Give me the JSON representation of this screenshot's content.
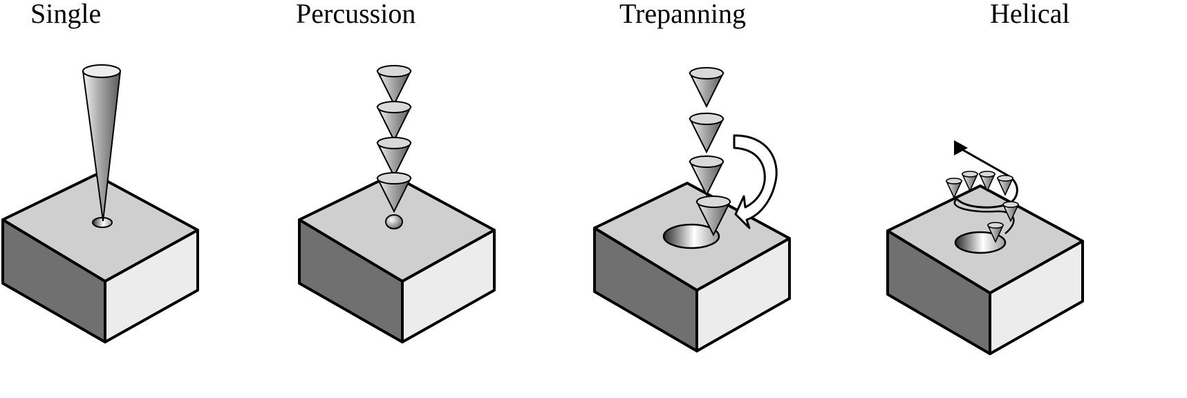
{
  "labels": {
    "single": "Single",
    "percussion": "Percussion",
    "trepanning": "Trepanning",
    "helical": "Helical"
  },
  "colors": {
    "top_face": "#cfcfcf",
    "left_face": "#707070",
    "right_face": "#ececec",
    "outline": "#000000"
  }
}
